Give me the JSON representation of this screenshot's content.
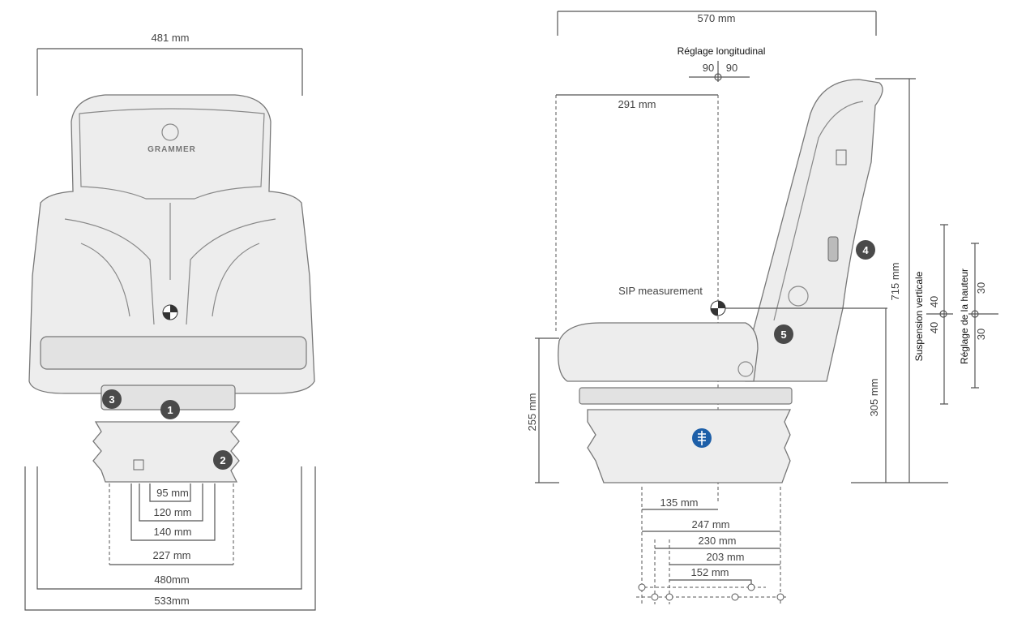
{
  "front_view": {
    "width_top": "481 mm",
    "logo_text": "GRAMMER",
    "callouts": [
      "1",
      "2",
      "3"
    ],
    "bottom_dims": [
      "95 mm",
      "120 mm",
      "140 mm",
      "227 mm",
      "480mm",
      "533mm"
    ]
  },
  "side_view": {
    "depth_top": "570 mm",
    "longitudinal_label": "Réglage longitudinal",
    "longitudinal_left": "90",
    "longitudinal_right": "90",
    "depth_291": "291 mm",
    "sip_label": "SIP measurement",
    "callouts": [
      "4",
      "5"
    ],
    "height_255": "255 mm",
    "height_305": "305 mm",
    "height_715": "715 mm",
    "suspension_label": "Suspension verticale",
    "suspension_up": "40",
    "suspension_down": "40",
    "height_adj_label": "Réglage de la hauteur",
    "height_adj_up": "30",
    "height_adj_down": "30",
    "bottom_dims": [
      "135 mm",
      "247 mm",
      "230 mm",
      "203 mm",
      "152 mm"
    ],
    "badge_color": "#1d5fa8"
  }
}
